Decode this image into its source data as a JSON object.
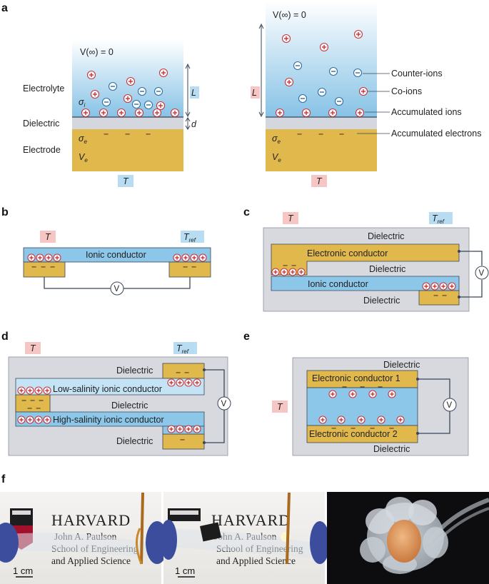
{
  "panels": {
    "a": "a",
    "b": "b",
    "c": "c",
    "d": "d",
    "e": "e",
    "f": "f"
  },
  "colors": {
    "electrolyte_top": "#ffffff",
    "electrolyte_bottom": "#8cc6e8",
    "electrode": "#e1b84c",
    "dielectric": "#d4d7dd",
    "box_grey": "#d7d9df",
    "ionic": "#8cc6e8",
    "ion_pos": "#c8323a",
    "ion_neg": "#2d6ea3",
    "T_blue": "#b8ddf2",
    "T_red": "#f6c6c4",
    "line": "#3a4657"
  },
  "a": {
    "left": {
      "v_inf": "V(∞) = 0",
      "electrolyte": "Electrolyte",
      "sigma_i": "σ",
      "sigma_i_sub": "i",
      "dielectric": "Dielectric",
      "electrode": "Electrode",
      "sigma_e": "σ",
      "sigma_e_sub": "e",
      "V_e": "V",
      "V_e_sub": "e",
      "L": "L",
      "d": "d",
      "T": "T"
    },
    "right": {
      "v_inf": "V(∞) = 0",
      "L": "L",
      "sigma_e": "σ",
      "sigma_e_sub": "e",
      "V_e": "V",
      "V_e_sub": "e",
      "T": "T",
      "counter_ions": "Counter-ions",
      "co_ions": "Co-ions",
      "accumulated_ions": "Accumulated ions",
      "accumulated_electrons": "Accumulated electrons"
    }
  },
  "b": {
    "T": "T",
    "T_ref": "T",
    "T_ref_sub": "ref",
    "ionic": "Ionic conductor",
    "V": "V"
  },
  "c": {
    "T": "T",
    "T_ref": "T",
    "T_ref_sub": "ref",
    "dielectric_top": "Dielectric",
    "electronic": "Electronic conductor",
    "dielectric_mid": "Dielectric",
    "ionic": "Ionic conductor",
    "dielectric_bottom": "Dielectric",
    "V": "V"
  },
  "d": {
    "T": "T",
    "T_ref": "T",
    "T_ref_sub": "ref",
    "dielectric_top": "Dielectric",
    "low": "Low-salinity ionic conductor",
    "dielectric_mid": "Dielectric",
    "high": "High-salinity ionic conductor",
    "dielectric_bottom": "Dielectric",
    "V": "V"
  },
  "e": {
    "T": "T",
    "dielectric_top": "Dielectric",
    "ec1": "Electronic conductor 1",
    "ec2": "Electronic conductor 2",
    "dielectric_bottom": "Dielectric",
    "V": "V"
  },
  "f": {
    "photo1": {
      "harvard": "HARVARD",
      "line2": "John A. Paulson",
      "line3": "School of Engineering",
      "line4": "and Applied Science",
      "scale": "1 cm"
    },
    "photo2": {
      "harvard": "HARVARD",
      "line2": "John A. Paulson",
      "line3": "School of Engineering",
      "line4": "and Applied Science",
      "scale": "1 cm"
    }
  },
  "symbols": {
    "plus": "+",
    "minus": "−"
  }
}
